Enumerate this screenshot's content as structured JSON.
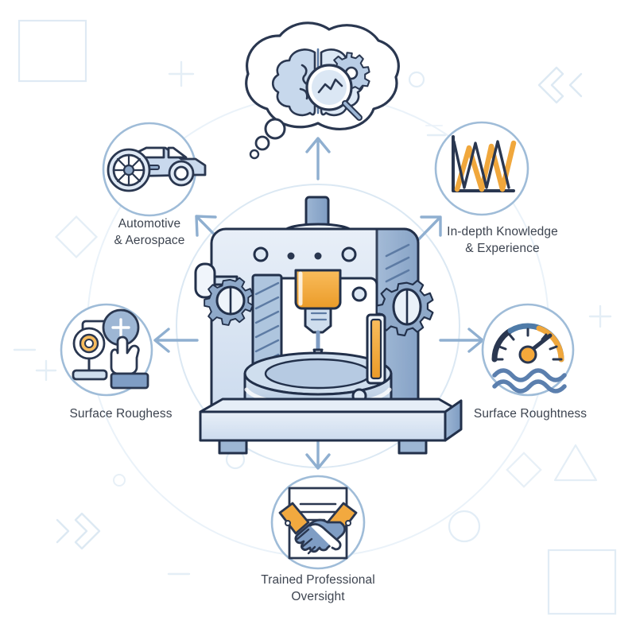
{
  "page": {
    "title": "Surface Roughness Testing Machine Infographic",
    "background_color": "#ffffff"
  },
  "palette": {
    "ink": "#222c3c",
    "outline_dark": "#1f2937",
    "blue_dark": "#5b7fae",
    "blue_mid": "#7f9dc4",
    "blue_light": "#c3d4e8",
    "blue_pale": "#dde7f3",
    "blue_faint": "#eaf1f8",
    "orange": "#f5a83a",
    "orange_dark": "#e09327",
    "arrow": "#8fafd0",
    "ring": "#ccdceb",
    "text": "#3d4450",
    "decor": "#e3edf5"
  },
  "center": {
    "name": "surface-roughness-testing-machine",
    "description": "Benchtop testing press with probe, rotary table, gears and specimen"
  },
  "nodes": [
    {
      "id": "thinking",
      "icon": "brain-gear-magnifier-thought-bubble",
      "label": "",
      "position": "top-center"
    },
    {
      "id": "automotive",
      "icon": "car-icon",
      "label": "Automotive\n& Aerospace",
      "position": "top-left"
    },
    {
      "id": "knowledge",
      "icon": "line-chart-icon",
      "label": "In-depth Knowledge\n& Experience",
      "position": "top-right"
    },
    {
      "id": "roughess",
      "icon": "hand-zoom-plus-icon",
      "label": "Surface Roughess",
      "position": "left"
    },
    {
      "id": "roughtness",
      "icon": "gauge-waves-icon",
      "label": "Surface Roughtness",
      "position": "right"
    },
    {
      "id": "oversight",
      "icon": "handshake-document-icon",
      "label": "Trained Professional\nOversight",
      "position": "bottom-center"
    }
  ],
  "arrows": [
    {
      "name": "arrow-up-to-thinking",
      "direction": "up"
    },
    {
      "name": "arrow-up-left-to-automotive",
      "direction": "up-left"
    },
    {
      "name": "arrow-up-right-to-knowledge",
      "direction": "up-right"
    },
    {
      "name": "arrow-left-to-roughess",
      "direction": "left"
    },
    {
      "name": "arrow-right-to-roughtness",
      "direction": "right"
    },
    {
      "name": "arrow-down-to-oversight",
      "direction": "down"
    }
  ],
  "decor": [
    {
      "name": "decor-square-top-left",
      "shape": "square"
    },
    {
      "name": "decor-square-bottom-right",
      "shape": "square"
    },
    {
      "name": "decor-chevrons-top-right",
      "shape": "chevrons-left"
    },
    {
      "name": "decor-chevrons-bottom-left",
      "shape": "chevrons-right"
    },
    {
      "name": "decor-plus-top",
      "shape": "plus"
    },
    {
      "name": "decor-plus-right",
      "shape": "plus"
    },
    {
      "name": "decor-plus-bottom-left",
      "shape": "plus"
    },
    {
      "name": "decor-diamond-left",
      "shape": "diamond"
    },
    {
      "name": "decor-diamond-bottom-right",
      "shape": "diamond"
    },
    {
      "name": "decor-triangle-right",
      "shape": "triangle"
    },
    {
      "name": "decor-circle-top-right",
      "shape": "circle"
    },
    {
      "name": "decor-circle-bottom-right",
      "shape": "circle"
    },
    {
      "name": "decor-circle-bottom-left",
      "shape": "circle"
    },
    {
      "name": "decor-dash-left",
      "shape": "dash"
    },
    {
      "name": "decor-dash-right",
      "shape": "dash"
    }
  ]
}
